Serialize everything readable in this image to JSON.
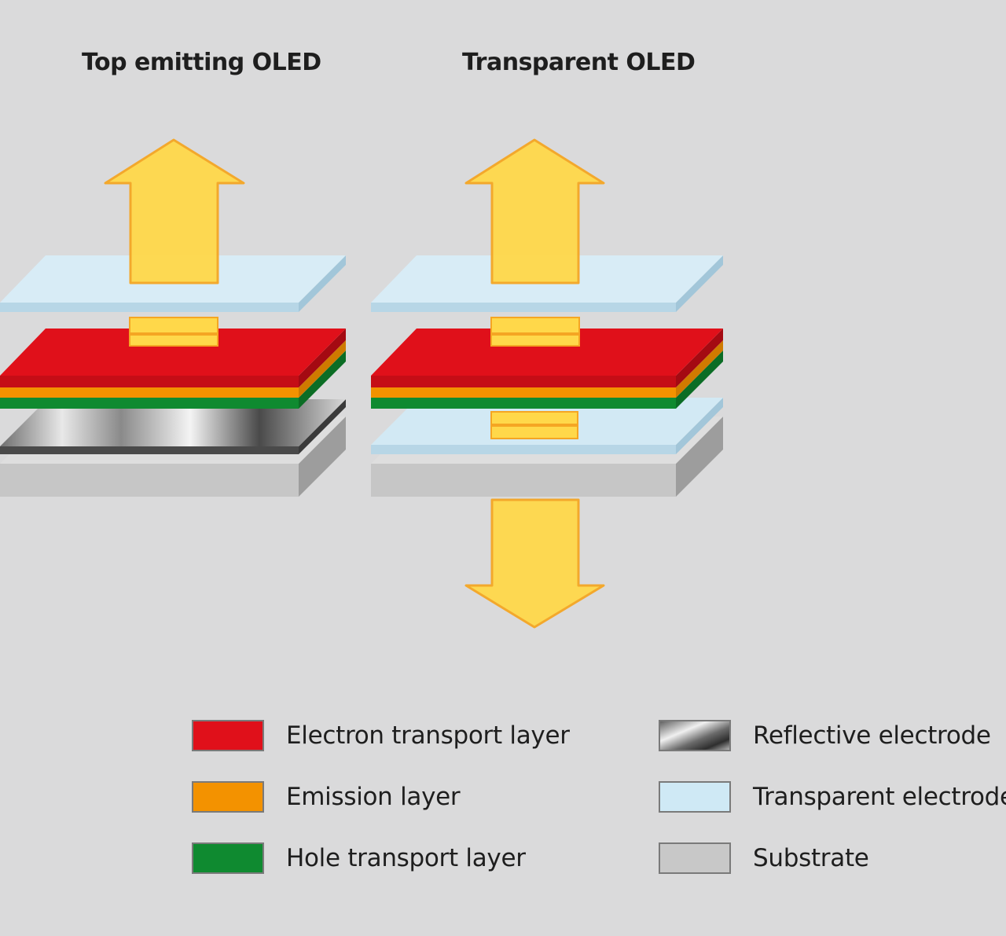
{
  "titles": {
    "top_emitting": "Top emitting OLED",
    "transparent": "Transparent OLED"
  },
  "colors": {
    "electron_transport": "#e0101a",
    "emission": "#f39200",
    "hole_transport": "#0f8a30",
    "transparent_electrode": "#cfe9f5",
    "substrate": "#c8c8c8",
    "light": "#ffd84a"
  },
  "legend": {
    "electron_transport": "Electron transport layer",
    "emission": "Emission layer",
    "hole_transport": "Hole transport layer",
    "reflective_electrode": "Reflective electrode",
    "transparent_electrode": "Transparent electrode",
    "substrate": "Substrate"
  }
}
